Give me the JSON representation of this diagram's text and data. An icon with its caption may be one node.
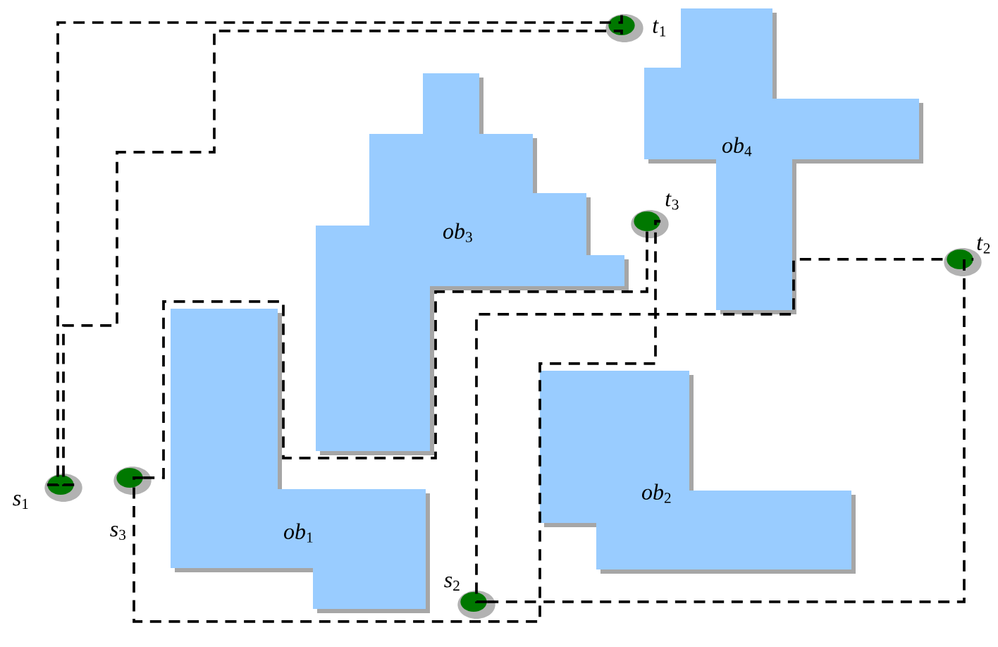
{
  "diagram": {
    "nodes": [
      {
        "text": [],
        "shape": "circle",
        "beside": [
          "*s*$_{1}$"
        ]
      },
      {
        "text": [],
        "shape": "circle",
        "beside": [
          "*s*$_{2}$"
        ]
      },
      {
        "text": [],
        "shape": "circle",
        "beside": [
          "*s*$_{3}$"
        ]
      },
      {
        "text": [],
        "shape": "circle",
        "beside": [
          "*t*$_{1}$"
        ]
      },
      {
        "text": [],
        "shape": "circle",
        "beside": [
          "*t*$_{2}$"
        ]
      },
      {
        "text": [],
        "shape": "circle",
        "beside": [
          "*t*$_{3}$"
        ]
      },
      {
        "text": [
          "*ob*$_{1}$"
        ]
      },
      {
        "text": [
          "*ob*$_{2}$"
        ]
      },
      {
        "text": [
          "*ob*$_{3}$"
        ]
      },
      {
        "text": [
          "*ob*$_{4}$"
        ]
      }
    ],
    "edges": [
      {
        "from": 0,
        "to": 3,
        "arrow": "none",
        "style": "dashed"
      },
      {
        "from": 0,
        "to": 3,
        "arrow": "none",
        "style": "dashed"
      },
      {
        "from": 1,
        "to": 4,
        "arrow": "none",
        "style": "dashed"
      },
      {
        "from": 1,
        "to": 4,
        "arrow": "none",
        "style": "dashed"
      },
      {
        "from": 2,
        "to": 5,
        "arrow": "none",
        "style": "dashed"
      },
      {
        "from": 2,
        "to": 5,
        "arrow": "none",
        "style": "dashed"
      }
    ]
  }
}
